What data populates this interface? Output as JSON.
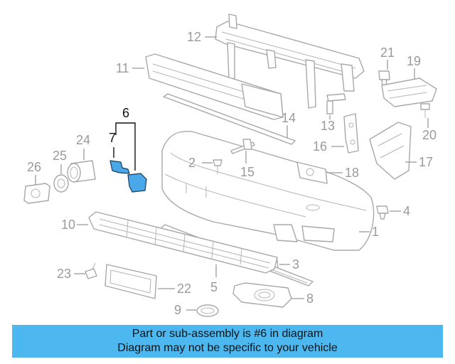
{
  "callouts": {
    "c1": "1",
    "c2": "2",
    "c3": "3",
    "c4": "4",
    "c5": "5",
    "c6": "6",
    "c7": "7",
    "c8": "8",
    "c9": "9",
    "c10": "10",
    "c11": "11",
    "c12": "12",
    "c13": "13",
    "c14": "14",
    "c15": "15",
    "c16": "16",
    "c17": "17",
    "c18": "18",
    "c19": "19",
    "c20": "20",
    "c21": "21",
    "c22": "22",
    "c23": "23",
    "c24": "24",
    "c25": "25",
    "c26": "26"
  },
  "highlight": {
    "part_number": "6",
    "color": "#4aa8e8"
  },
  "banner": {
    "line1": "Part or sub-assembly is #6 in diagram",
    "line2": "Diagram may not be specific to your vehicle",
    "color": "#4db8f0"
  }
}
